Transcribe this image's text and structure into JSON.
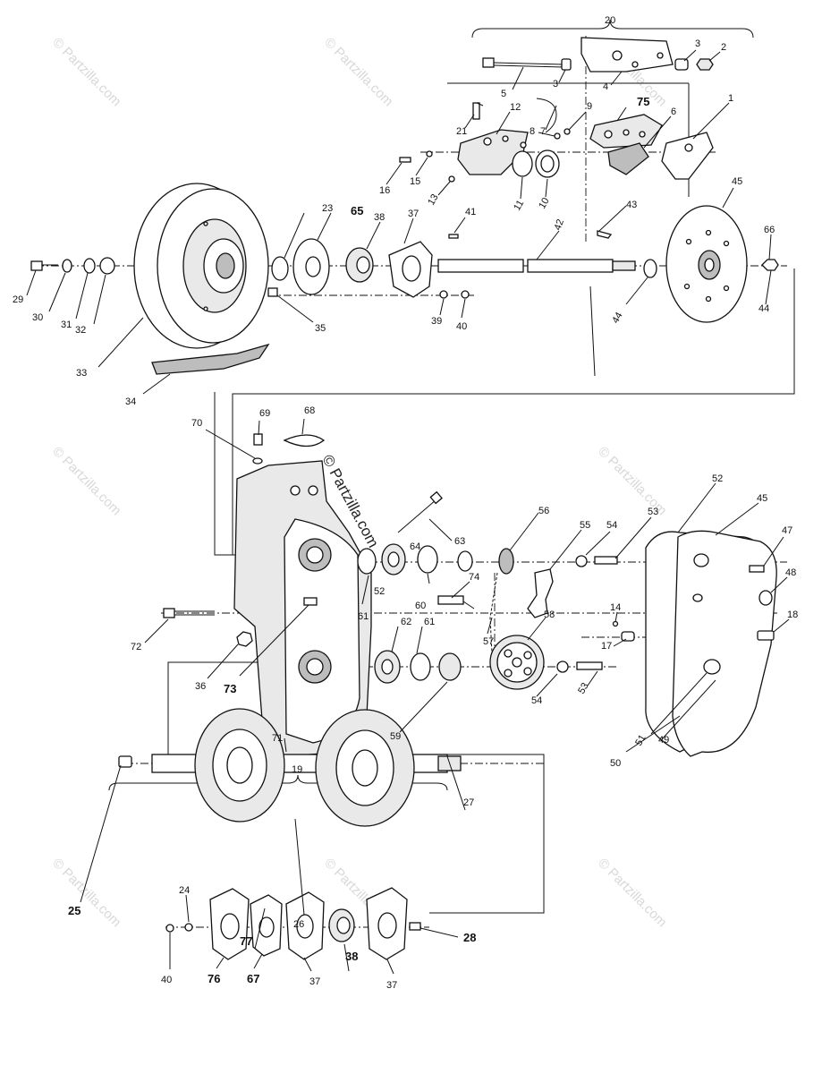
{
  "diagram": {
    "callouts": {
      "c1": "1",
      "c2": "2",
      "c3": "3",
      "c3b": "3",
      "c4": "4",
      "c5": "5",
      "c6": "6",
      "c7": "7",
      "c8": "8",
      "c9": "9",
      "c10": "10",
      "c11": "11",
      "c12": "12",
      "c13": "13",
      "c14": "14",
      "c15": "15",
      "c16": "16",
      "c17": "17",
      "c18": "18",
      "c19": "19",
      "c20": "20",
      "c21": "21",
      "c23": "23",
      "c24": "24",
      "c25": "25",
      "c26": "26",
      "c27": "27",
      "c28": "28",
      "c29": "29",
      "c30": "30",
      "c31": "31",
      "c32": "32",
      "c33": "33",
      "c34": "34",
      "c35": "35",
      "c36": "36",
      "c37": "37",
      "c37b": "37",
      "c37c": "37",
      "c38": "38",
      "c38b": "38",
      "c39": "39",
      "c40": "40",
      "c40b": "40",
      "c41": "41",
      "c42": "42",
      "c43": "43",
      "c44": "44",
      "c44b": "44",
      "c45": "45",
      "c45b": "45",
      "c47": "47",
      "c48": "48",
      "c49": "49",
      "c50": "50",
      "c51": "51",
      "c52": "52",
      "c52b": "52",
      "c53": "53",
      "c53b": "53",
      "c54": "54",
      "c54b": "54",
      "c55": "55",
      "c56": "56",
      "c57": "57",
      "c58": "58",
      "c59": "59",
      "c60": "60",
      "c61": "61",
      "c61b": "61",
      "c62": "62",
      "c63": "63",
      "c64": "64",
      "c65": "65",
      "c66": "66",
      "c67": "67",
      "c68": "68",
      "c69": "69",
      "c70": "70",
      "c71": "71",
      "c72": "72",
      "c73": "73",
      "c74": "74",
      "c75": "75",
      "c76": "76",
      "c77": "77"
    },
    "watermark": "© Partzilla.com",
    "center_watermark": "© Partzilla.com"
  }
}
